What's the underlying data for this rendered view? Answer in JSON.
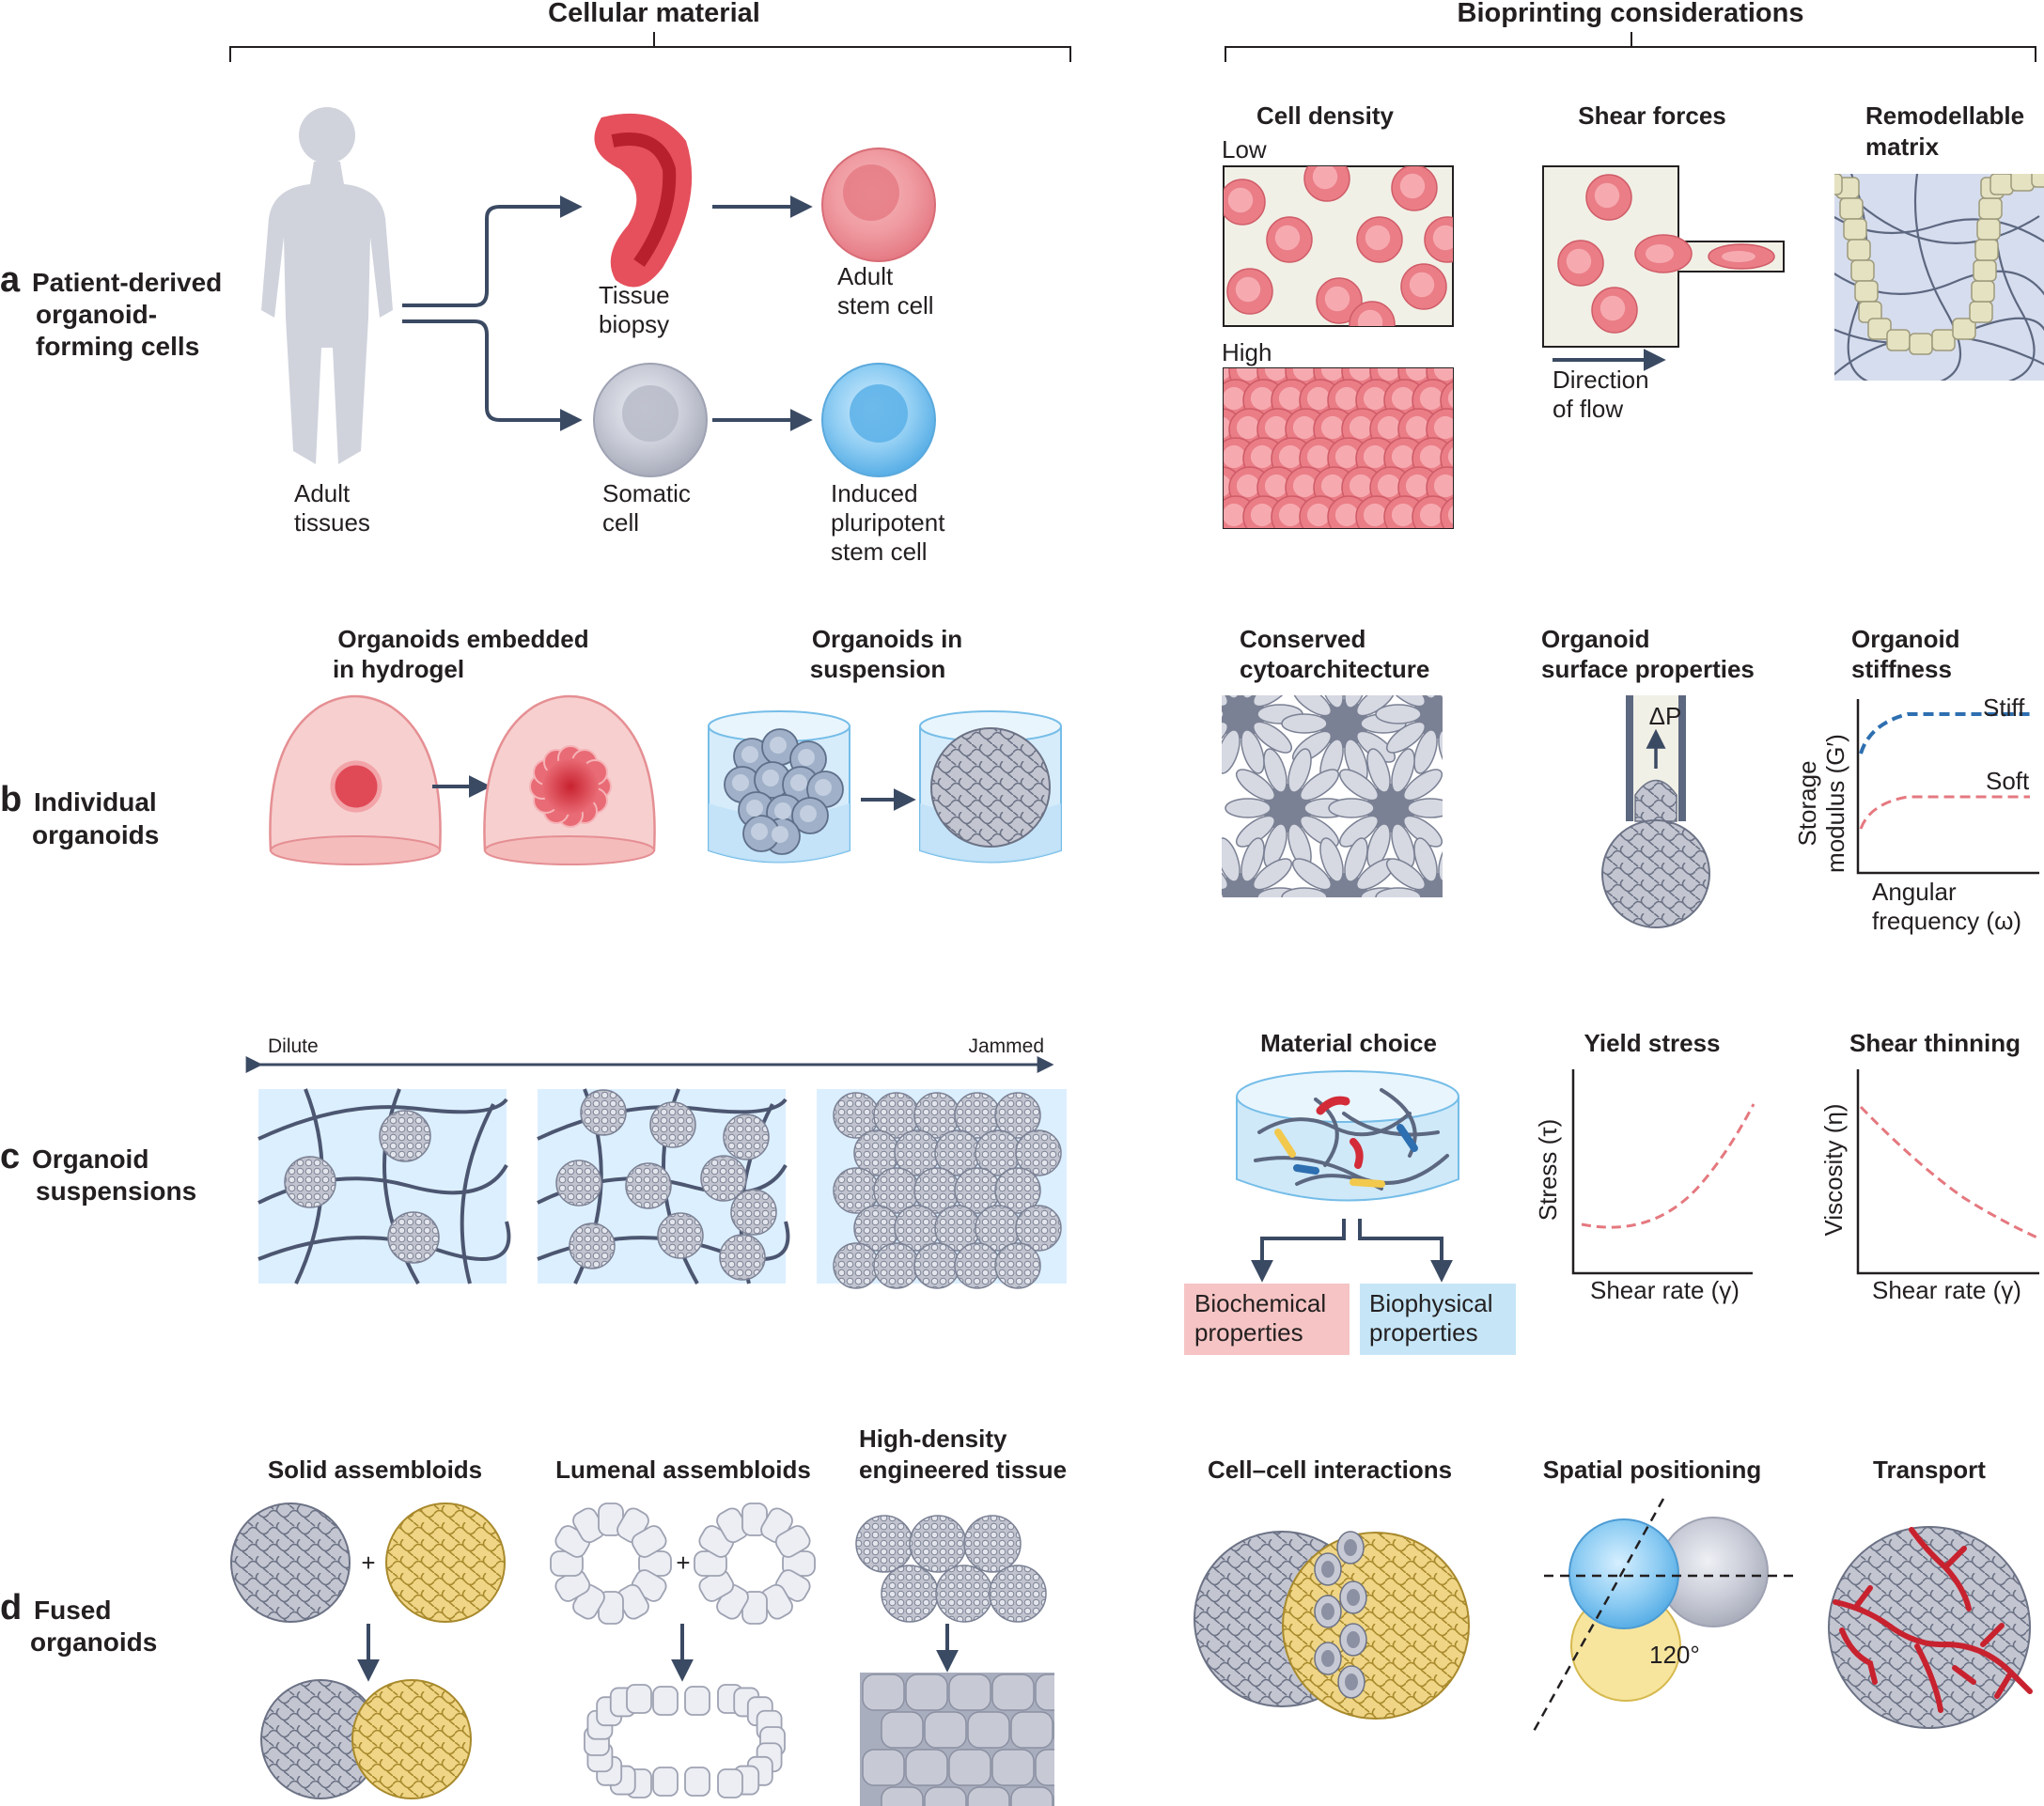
{
  "headers": {
    "cellular_material": "Cellular material",
    "bioprinting_considerations": "Bioprinting considerations"
  },
  "rows": [
    {
      "letter": "a",
      "line1": "Patient-derived",
      "line2": "organoid-",
      "line3": "forming cells"
    },
    {
      "letter": "b",
      "line1": "Individual",
      "line2": "organoids"
    },
    {
      "letter": "c",
      "line1": "Organoid",
      "line2": "suspensions"
    },
    {
      "letter": "d",
      "line1": "Fused",
      "line2": "organoids"
    }
  ],
  "row_a": {
    "adult_tissues": [
      "Adult",
      "tissues"
    ],
    "tissue_biopsy": [
      "Tissue",
      "biopsy"
    ],
    "adult_stem_cell": [
      "Adult",
      "stem cell"
    ],
    "somatic_cell": [
      "Somatic",
      "cell"
    ],
    "ipsc": [
      "Induced",
      "pluripotent",
      "stem cell"
    ],
    "cell_density": {
      "title": "Cell density",
      "low": "Low",
      "high": "High"
    },
    "shear_forces": {
      "title": "Shear forces",
      "direction": [
        "Direction",
        "of flow"
      ]
    },
    "remodellable": [
      "Remodellable",
      "matrix"
    ]
  },
  "row_b": {
    "embedded": [
      "Organoids embedded",
      "in hydrogel"
    ],
    "suspension": [
      "Organoids in",
      "suspension"
    ],
    "cytoarch": [
      "Conserved",
      "cytoarchitecture"
    ],
    "surface": [
      "Organoid",
      "surface properties"
    ],
    "delta_p": "ΔP",
    "stiffness": {
      "title": [
        "Organoid",
        "stiffness"
      ],
      "ylabel": [
        "Storage",
        "modulus (G′)"
      ],
      "xlabel": [
        "Angular",
        "frequency (ω)"
      ],
      "stiff": "Stiff",
      "soft": "Soft"
    }
  },
  "row_c": {
    "dilute": "Dilute",
    "jammed": "Jammed",
    "material_choice": "Material choice",
    "biochemical": [
      "Biochemical",
      "properties"
    ],
    "biophysical": [
      "Biophysical",
      "properties"
    ],
    "yield_stress": {
      "title": "Yield stress",
      "ylabel": "Stress (τ)",
      "xlabel": "Shear rate (γ)"
    },
    "shear_thinning": {
      "title": "Shear thinning",
      "ylabel": "Viscosity (η)",
      "xlabel": "Shear rate (γ)"
    }
  },
  "row_d": {
    "solid": "Solid assembloids",
    "lumenal": "Lumenal assembloids",
    "highdensity": [
      "High-density",
      "engineered tissue"
    ],
    "plus": "+",
    "cellcell": "Cell–cell interactions",
    "spatial": "Spatial positioning",
    "angle": "120°",
    "transport": "Transport"
  },
  "colors": {
    "arrow": "#3b4a63",
    "cell_red": "#e98a92",
    "organoid_grey": "#b9bdca",
    "organoid_yellow": "#ecd27a",
    "light_blue": "#dcefff",
    "pink_box": "#f6c4c4",
    "blue_box": "#c6e6f7",
    "curve_red": "#e5787f",
    "curve_blue": "#2d6fb0"
  }
}
